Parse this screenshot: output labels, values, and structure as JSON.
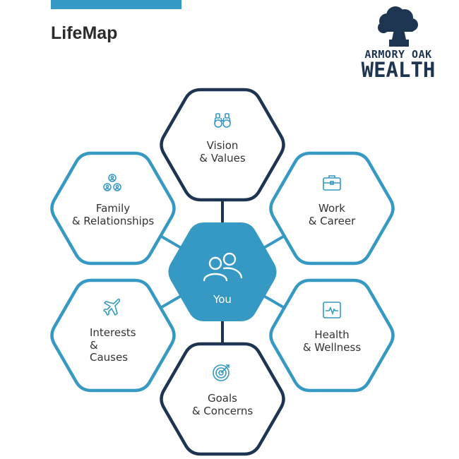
{
  "header": {
    "title": "LifeMap"
  },
  "logo": {
    "line1": "ARMORY OAK",
    "line2": "WEALTH",
    "icon": "oak-tree-icon"
  },
  "colors": {
    "accent_light": "#3599c3",
    "accent_dark": "#1e3552",
    "center_fill": "#3599c3",
    "text": "#333333",
    "title": "#2b2b2b"
  },
  "center": {
    "label": "You",
    "icon": "people-icon"
  },
  "nodes": [
    {
      "id": "vision",
      "lines": [
        "Vision",
        "& Values"
      ],
      "icon": "binoculars-icon",
      "style": "dark"
    },
    {
      "id": "work",
      "lines": [
        "Work",
        "& Career"
      ],
      "icon": "briefcase-icon",
      "style": "light"
    },
    {
      "id": "health",
      "lines": [
        "Health",
        "& Wellness"
      ],
      "icon": "heart-monitor-icon",
      "style": "light"
    },
    {
      "id": "goals",
      "lines": [
        "Goals",
        "& Concerns"
      ],
      "icon": "target-icon",
      "style": "dark"
    },
    {
      "id": "interests",
      "lines": [
        "Interests",
        "&",
        "Causes"
      ],
      "icon": "airplane-icon",
      "style": "light"
    },
    {
      "id": "family",
      "lines": [
        "Family",
        "& Relationships"
      ],
      "icon": "family-icon",
      "style": "light"
    }
  ]
}
